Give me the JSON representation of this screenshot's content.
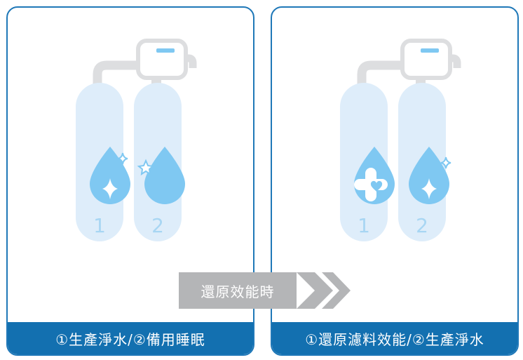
{
  "colors": {
    "border": "#1f78b8",
    "caption_bg": "#1370b0",
    "tank_fill": "#deedfa",
    "drop": "#7fc8f2",
    "pipe": "#dddee0",
    "arrow_gray": "#b4b5b7"
  },
  "left_panel": {
    "caption": "①生產淨水/②備用睡眠",
    "tanks": [
      {
        "number": "1",
        "icon": "sparkle-icon"
      },
      {
        "number": "2",
        "icon": "moon-star-icon"
      }
    ]
  },
  "right_panel": {
    "caption": "①還原濾料效能/②生產淨水",
    "tanks": [
      {
        "number": "1",
        "icon": "heart-cross-icon"
      },
      {
        "number": "2",
        "icon": "sparkle-icon"
      }
    ]
  },
  "arrow": {
    "label": "還原效能時"
  }
}
